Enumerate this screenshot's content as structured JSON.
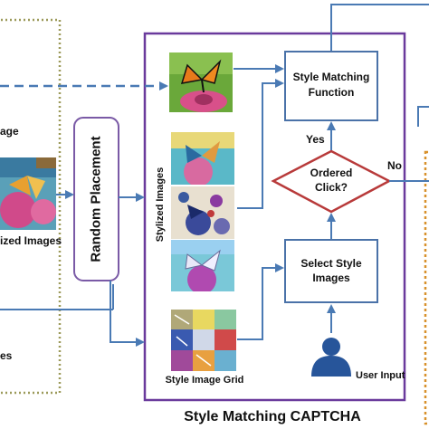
{
  "left_panel": {
    "label_image_partial": "age",
    "label_stylized_partial": "ized Images",
    "label_bottom_partial": "es"
  },
  "random_placement": {
    "label": "Random Placement"
  },
  "captcha": {
    "title": "Style Matching CAPTCHA"
  },
  "style_matching_function": {
    "line1": "Style Matching",
    "line2": "Function"
  },
  "ordered_click": {
    "line1": "Ordered",
    "line2": "Click?"
  },
  "select_style_images": {
    "line1": "Select Style",
    "line2": "Images"
  },
  "labels": {
    "yes": "Yes",
    "no": "No",
    "stylized_images": "Stylized Images",
    "style_image_grid": "Style Image Grid",
    "user_input": "User Input"
  },
  "colors": {
    "frame_purple": "#6a3a9c",
    "arrow_blue": "#4a7ab4",
    "box_border_blue": "#4a72a8",
    "diamond_red": "#b83a3a",
    "dotted_olive": "#9c9a5a",
    "dotted_orange": "#d8912c",
    "user_icon": "#27559a"
  },
  "icons": {
    "user": "user-icon"
  }
}
